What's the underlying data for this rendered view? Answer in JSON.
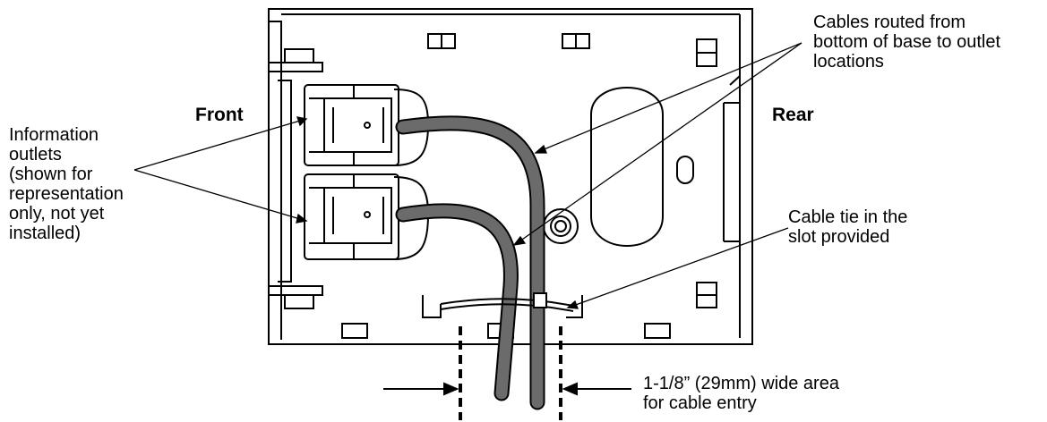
{
  "labels": {
    "front": "Front",
    "rear": "Rear",
    "info_outlets": "Information\noutlets\n(shown for\nrepresentation\nonly, not yet\ninstalled)",
    "cables_routed": "Cables routed from\nbottom of base to outlet\nlocations",
    "cable_tie": "Cable tie in the\nslot provided",
    "entry_area": "1-1/8” (29mm) wide area\nfor cable entry"
  },
  "colors": {
    "line": "#000000",
    "base_fill": "#ffffff",
    "cable": "#6b6b6b",
    "cable_outline": "#000000"
  }
}
